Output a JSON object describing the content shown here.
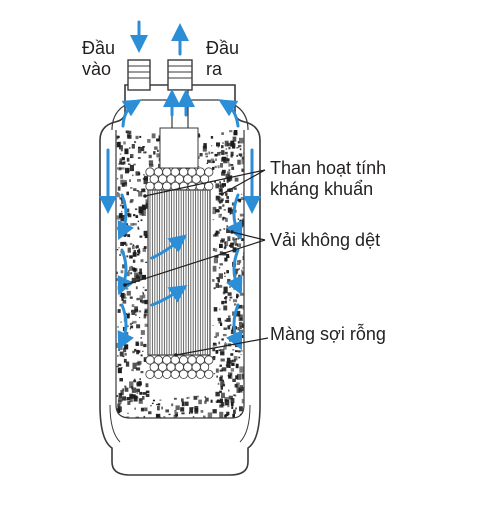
{
  "labels": {
    "inlet_line1": "Đầu",
    "inlet_line2": "vào",
    "outlet_line1": "Đầu",
    "outlet_line2": "ra",
    "carbon_line1": "Than hoạt tính",
    "carbon_line2": "kháng khuẩn",
    "nonwoven": "Vải không dệt",
    "hollow_fiber": "Màng sợi rỗng"
  },
  "colors": {
    "flow_arrow": "#2b8ed6",
    "outline": "#3a3a3a",
    "text": "#231f20",
    "carbon_dark": "#1a1a1a",
    "fiber_line": "#5a5a5a"
  },
  "icons": {
    "inlet": "arrow-down-icon",
    "outlet": "arrow-up-icon"
  }
}
